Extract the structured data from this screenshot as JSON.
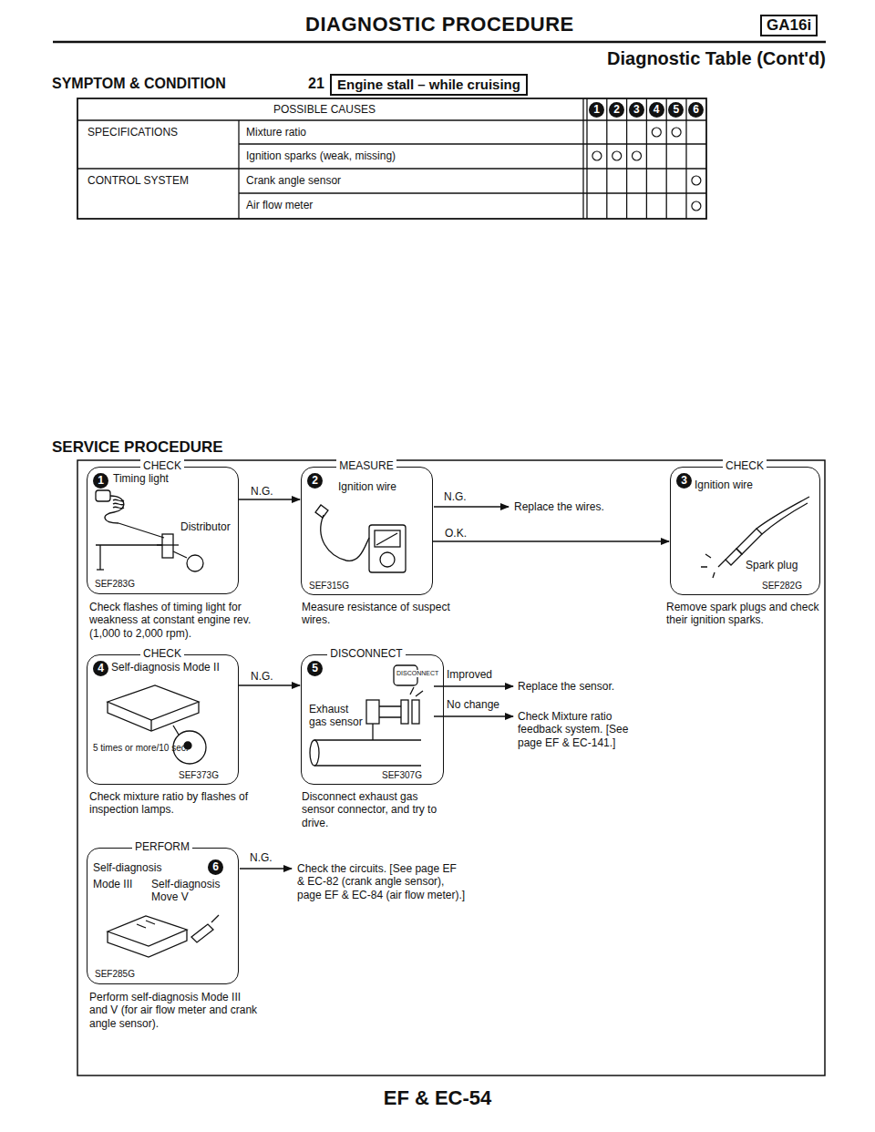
{
  "diagram": {
    "title": "DIAGNOSTIC PROCEDURE",
    "nodes": [
      {
        "text": [
          "CHECK",
          "1",
          "Timing light",
          "Distributor",
          "SEF283G",
          "Check flashes of timing light for weakness at constant engine rev. (1,000 to 2,000 rpm)."
        ]
      },
      {
        "text": [
          "MEASURE",
          "2",
          "Ignition wire",
          "SEF315G",
          "Measure resistance of suspect wires."
        ]
      },
      {
        "text": [
          "CHECK",
          "3",
          "Ignition wire",
          "Spark plug",
          "SEF282G",
          "Remove spark plugs and check their ignition sparks."
        ]
      },
      {
        "text": [
          "CHECK",
          "4",
          "Self-diagnosis Mode II",
          "5 times or more/10 sec.",
          "SEF373G",
          "Check mixture ratio by flashes of inspection lamps."
        ]
      },
      {
        "text": [
          "DISCONNECT",
          "5",
          "DISCONNECT",
          "Exhaust gas sensor",
          "SEF307G",
          "Disconnect exhaust gas sensor connector, and try to drive."
        ]
      },
      {
        "text": [
          "PERFORM",
          "Self-diagnosis",
          "6",
          "Mode III",
          "Self-diagnosis Move V",
          "SEF285G",
          "Perform self-diagnosis Mode III and V (for air flow meter and crank angle sensor)."
        ]
      }
    ],
    "edges": [
      {
        "from": 0,
        "to": 1,
        "label": "N.G.",
        "arrow": "to"
      },
      {
        "from": 1,
        "to": 2,
        "label": "O.K.",
        "arrow": "to"
      },
      {
        "from": 3,
        "to": 4,
        "label": "N.G.",
        "arrow": "to"
      }
    ],
    "labels": [
      "GA16i",
      "Diagnostic Table (Cont'd)",
      "SYMPTOM & CONDITION",
      "21",
      "Engine stall – while cruising",
      "POSSIBLE CAUSES",
      "1",
      "2",
      "3",
      "4",
      "5",
      "6",
      "SPECIFICATIONS",
      "Mixture ratio",
      "Ignition sparks (weak, missing)",
      "CONTROL SYSTEM",
      "Crank angle sensor",
      "Air flow meter",
      "SERVICE PROCEDURE",
      "N.G.",
      "Replace the wires.",
      "Improved",
      "Replace the sensor.",
      "No change",
      "Check Mixture ratio feedback system. [See page EF & EC-141.]",
      "N.G.",
      "Check the circuits. [See page EF & EC-82 (crank angle sensor), page EF & EC-84 (air flow meter).]",
      "EF & EC-54"
    ]
  }
}
